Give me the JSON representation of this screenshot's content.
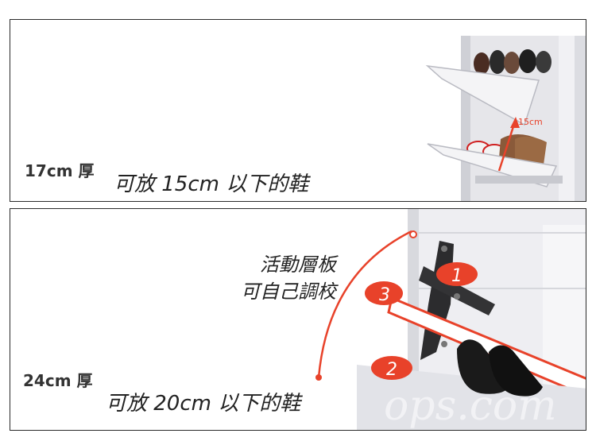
{
  "top_panel": {
    "depth_label": "17cm 厚",
    "caption": "可放 15cm 以下的鞋",
    "height_marker": "15cm"
  },
  "bottom_panel": {
    "depth_label": "24cm 厚",
    "caption": "可放 20cm 以下的鞋",
    "note_line1": "活動層板",
    "note_line2": "可自己調校",
    "steps": [
      "1",
      "2",
      "3"
    ],
    "watermark": "ops.com"
  },
  "colors": {
    "accent": "#e8422a",
    "border": "#2b2b2b",
    "cabinet": "#eeeef2"
  }
}
